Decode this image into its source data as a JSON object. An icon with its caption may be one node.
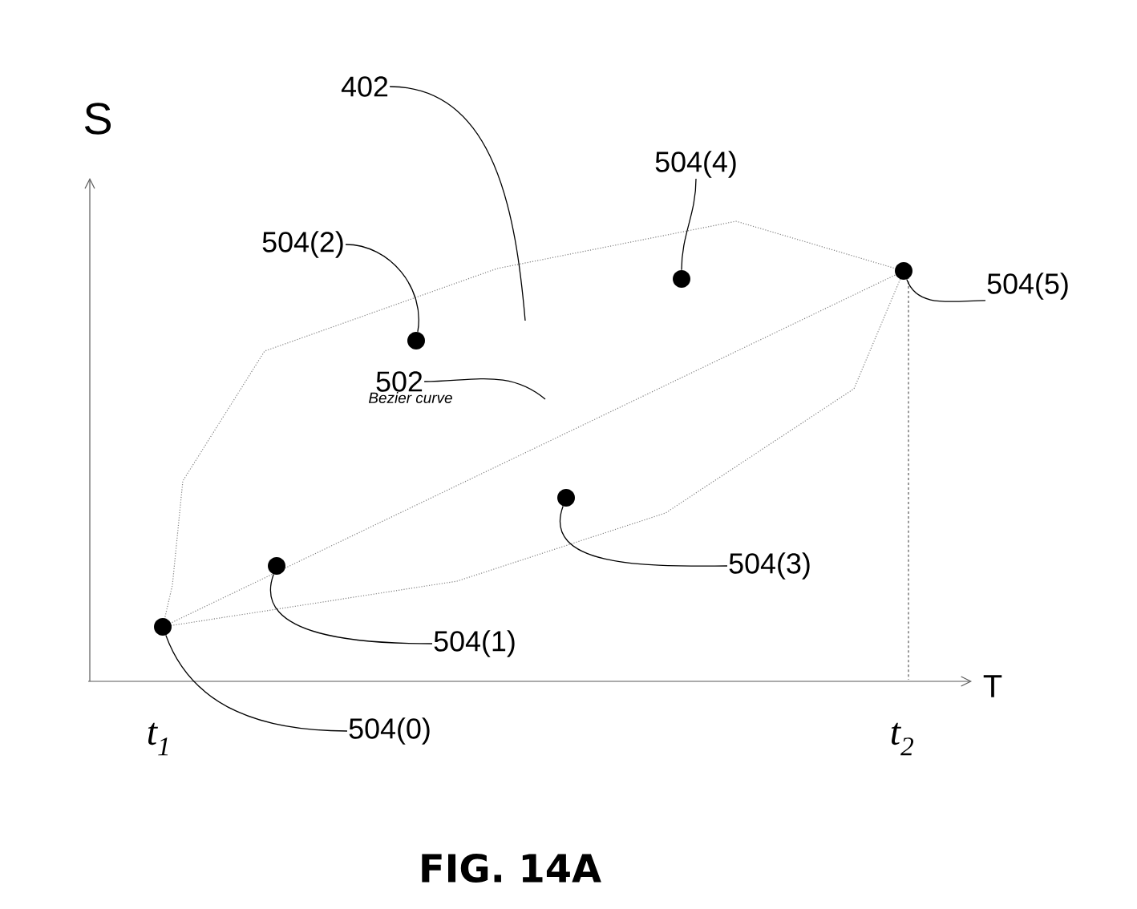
{
  "diagram": {
    "caption": "FIG. 14A",
    "nodes": [
      {
        "text": [
          "402"
        ]
      },
      {
        "text": [
          "504(4)"
        ]
      },
      {
        "text": [
          "504(2)"
        ]
      },
      {
        "text": [
          "504(5)"
        ]
      },
      {
        "text": [
          "502"
        ],
        "beside": [
          "Bezier curve"
        ]
      },
      {
        "text": [
          "504(3)"
        ]
      },
      {
        "text": [
          "504(1)"
        ]
      },
      {
        "text": [
          "504(0)"
        ]
      },
      {
        "text": [],
        "shape": "circle"
      },
      {
        "text": [],
        "shape": "circle"
      },
      {
        "text": [],
        "shape": "circle"
      },
      {
        "text": [],
        "shape": "circle"
      },
      {
        "text": [],
        "shape": "circle"
      },
      {
        "text": [],
        "shape": "circle"
      }
    ],
    "edges": [
      {
        "from": 0,
        "to": null,
        "arrow": "none"
      },
      {
        "from": 4,
        "to": null,
        "arrow": "none"
      },
      {
        "from": 7,
        "to": 8,
        "arrow": "none"
      },
      {
        "from": 6,
        "to": 9,
        "arrow": "none"
      },
      {
        "from": 2,
        "to": 10,
        "arrow": "none"
      },
      {
        "from": 5,
        "to": 11,
        "arrow": "none"
      },
      {
        "from": 1,
        "to": 12,
        "arrow": "none"
      },
      {
        "from": 3,
        "to": 13,
        "arrow": "none"
      }
    ],
    "labels": [
      "S",
      "T",
      "t$_{1}$",
      "t$_{2}$"
    ]
  }
}
